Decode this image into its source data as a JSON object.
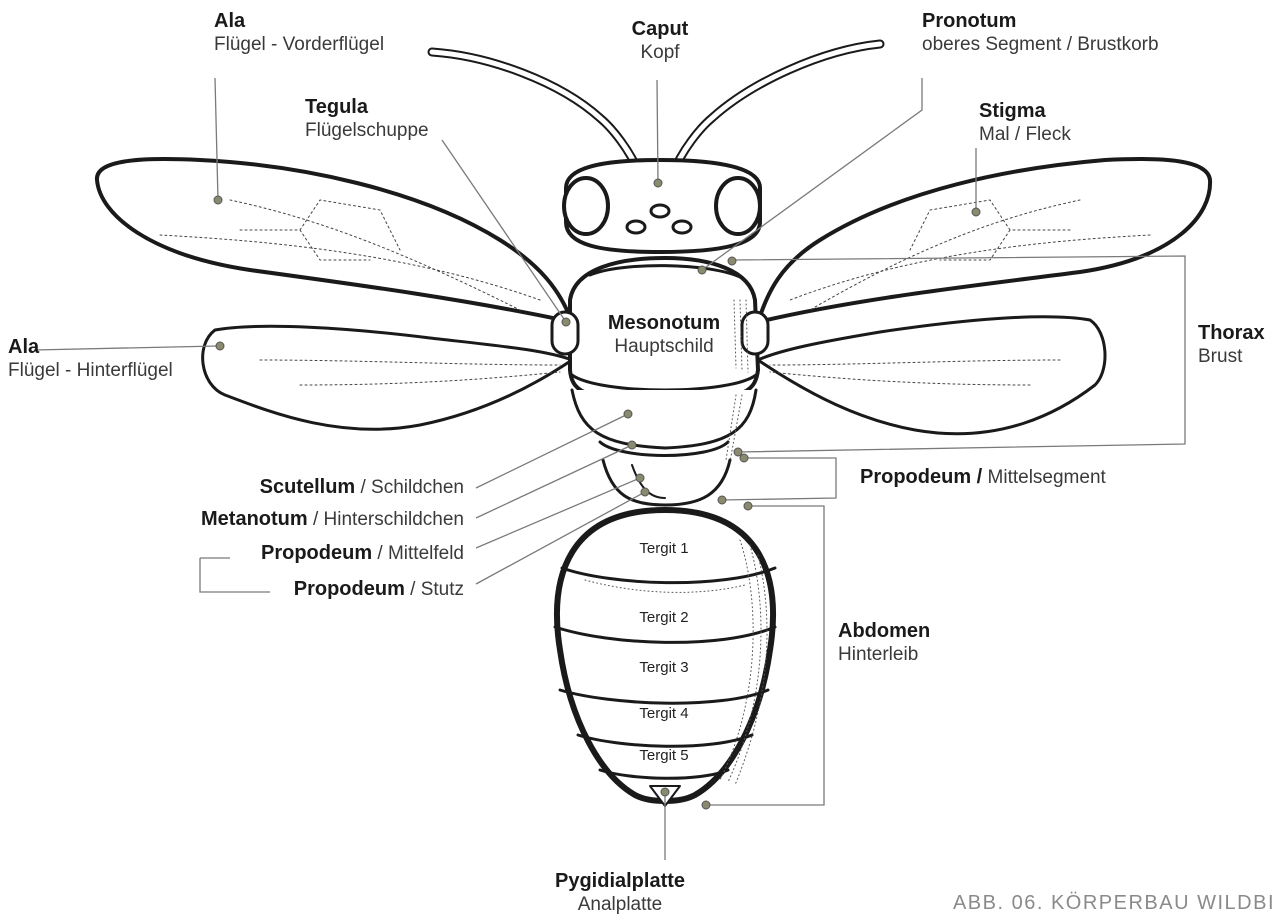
{
  "labels": {
    "ala_fore": {
      "title": "Ala",
      "sub": "Flügel - Vorderflügel"
    },
    "caput": {
      "title": "Caput",
      "sub": "Kopf"
    },
    "pronotum": {
      "title": "Pronotum",
      "sub": "oberes Segment / Brustkorb"
    },
    "tegula": {
      "title": "Tegula",
      "sub": "Flügelschuppe"
    },
    "stigma": {
      "title": "Stigma",
      "sub": "Mal / Fleck"
    },
    "ala_hind": {
      "title": "Ala",
      "sub": "Flügel - Hinterflügel"
    },
    "mesonotum": {
      "title": "Mesonotum",
      "sub": "Hauptschild"
    },
    "thorax": {
      "title": "Thorax",
      "sub": "Brust"
    },
    "scutellum": {
      "title": "Scutellum",
      "sub": "/ Schildchen"
    },
    "metanotum": {
      "title": "Metanotum",
      "sub": "/ Hinterschildchen"
    },
    "propodeum_mittelfeld": {
      "title": "Propodeum",
      "sub": "/ Mittelfeld"
    },
    "propodeum_stutz": {
      "title": "Propodeum",
      "sub": "/ Stutz"
    },
    "propodeum_mittelsegment": {
      "title": "Propodeum /",
      "sub": "Mittelsegment"
    },
    "abdomen": {
      "title": "Abdomen",
      "sub": "Hinterleib"
    },
    "pygidialplatte": {
      "title": "Pygidialplatte",
      "sub": "Analplatte"
    }
  },
  "tergits": [
    "Tergit 1",
    "Tergit 2",
    "Tergit 3",
    "Tergit 4",
    "Tergit 5"
  ],
  "caption": "ABB. 06.   KÖRPERBAU WILDBI",
  "colors": {
    "outline": "#1a1a1a",
    "leader": "#7a7a7a",
    "dot": "#8a8a6e",
    "caption": "#8a8a8a"
  }
}
